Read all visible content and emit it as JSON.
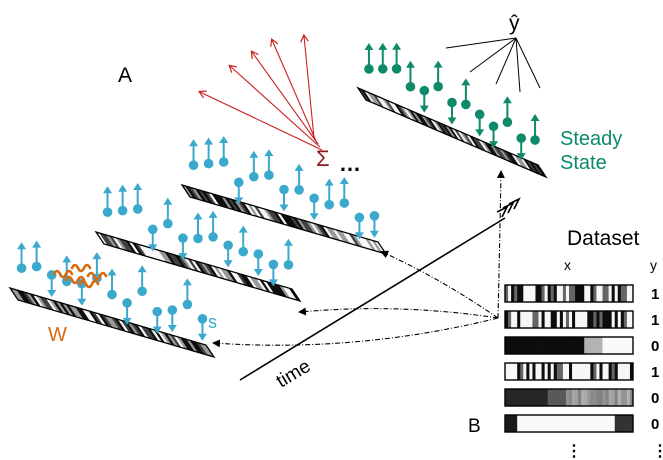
{
  "labels": {
    "panel_a": "A",
    "panel_b": "B",
    "y_hat": "ŷ",
    "sigma": "Σ",
    "ellipsis": "…",
    "steady_line1": "Steady",
    "steady_line2": "State",
    "time": "time",
    "w": "W",
    "s": "s"
  },
  "dataset": {
    "title": "Dataset",
    "col_x": "x",
    "col_y": "y",
    "rows": [
      {
        "y": "1"
      },
      {
        "y": "1"
      },
      {
        "y": "0"
      },
      {
        "y": "1"
      },
      {
        "y": "0"
      },
      {
        "y": "0"
      }
    ],
    "more": "⋮"
  },
  "colors": {
    "spin": "#3aa9cc",
    "steady_spin": "#0e8a6a",
    "weights": "#d86a10",
    "sum_arrows": "#cc1f1f",
    "w_label": "#d86a10",
    "s_label": "#3aa9cc",
    "steady_label": "#0e8a6a"
  }
}
